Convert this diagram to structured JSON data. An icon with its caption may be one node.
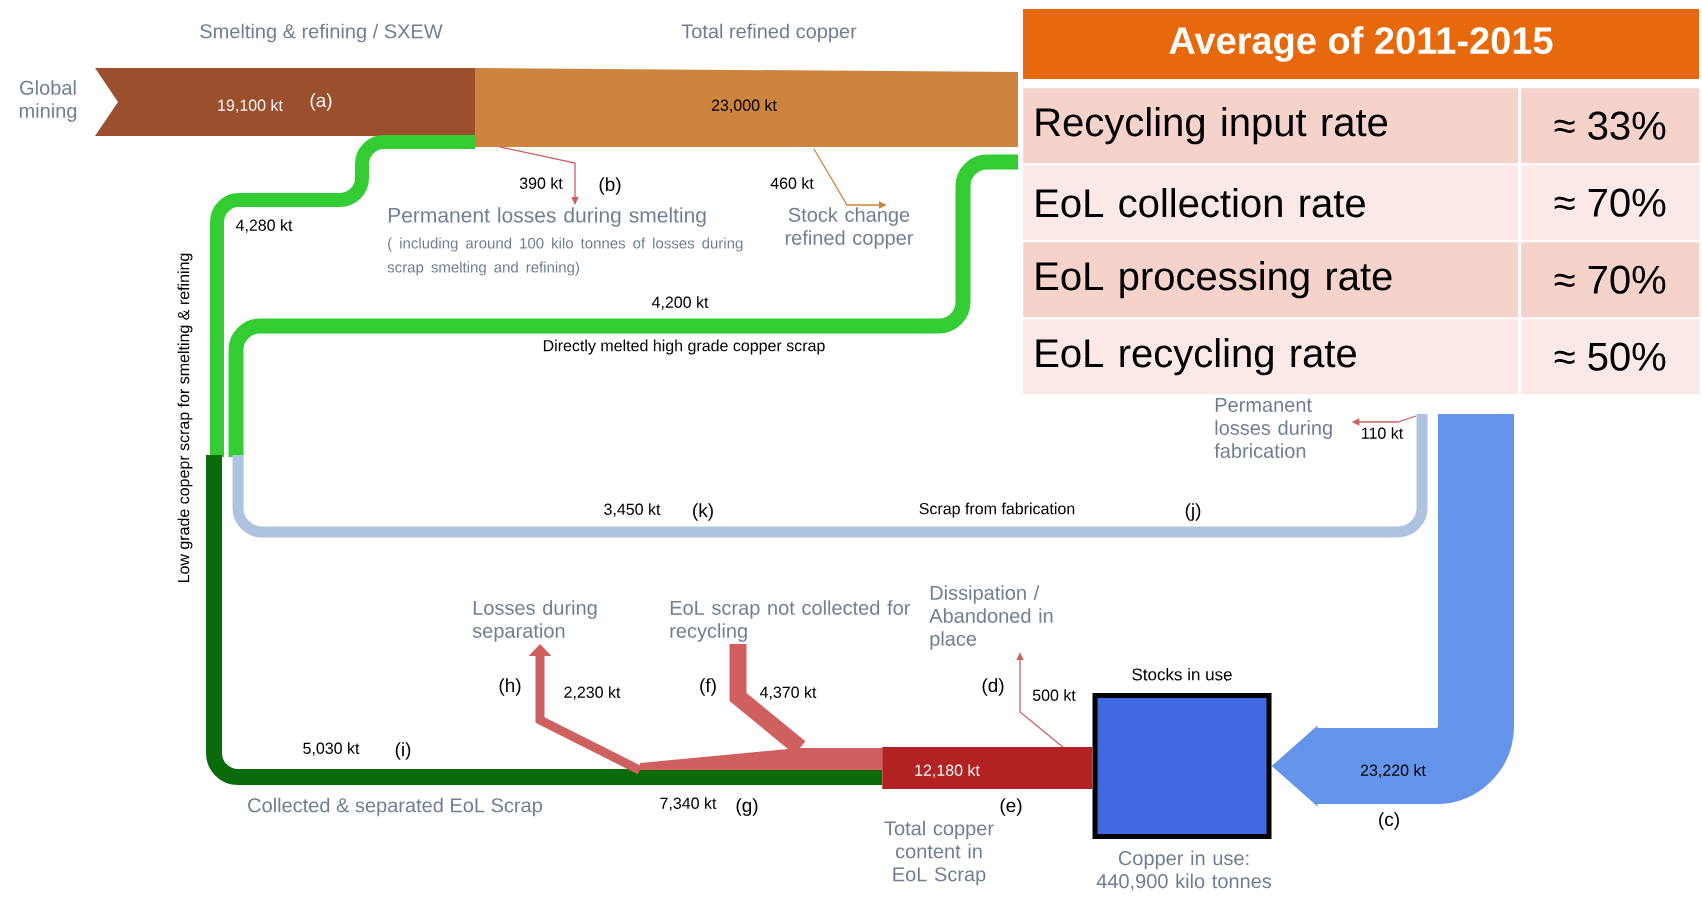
{
  "diagram": {
    "nodes": [
      {
        "text": [
          "Global mining"
        ]
      },
      {
        "text": [
          "Permanent losses during smelting",
          "( including around 100 kilo tonnes of losses during scrap smelting and refining)"
        ]
      },
      {
        "text": [
          "Stock change refined copper"
        ]
      },
      {
        "text": [
          "Permanent losses during fabrication"
        ]
      },
      {
        "text": [
          "Losses during separation"
        ]
      },
      {
        "text": [
          "EoL scrap not collected for recycling"
        ]
      },
      {
        "text": [
          "Dissipation / Abandoned in place"
        ]
      },
      {
        "text": [],
        "shape": "box",
        "beside": [
          "Stocks in use",
          "Copper in use: 440,900 kilo tonnes"
        ]
      },
      {
        "text": [],
        "shape": "bar"
      }
    ],
    "edges": [
      {
        "from": null,
        "to": 1,
        "arrow": "to",
        "label": "390 kt"
      },
      {
        "from": null,
        "to": 2,
        "arrow": "to",
        "label": "460 kt",
        "color": "#cc843e"
      },
      {
        "from": null,
        "to": 3,
        "arrow": "to",
        "label": "110 kt"
      },
      {
        "from": 8,
        "to": 4,
        "arrow": "to",
        "label": "2,230 kt",
        "style": "thick"
      },
      {
        "from": 8,
        "to": 5,
        "arrow": "none",
        "label": "4,370 kt",
        "style": "thick"
      },
      {
        "from": null,
        "to": 6,
        "arrow": "to",
        "label": "500 kt"
      },
      {
        "from": null,
        "to": 7,
        "arrow": "to",
        "label": "23,220 kt",
        "style": "thick",
        "color": "#6495ea"
      },
      {
        "from": 7,
        "to": 8,
        "arrow": "none",
        "label": "12,180 kt",
        "style": "thick",
        "color": "#b22222"
      }
    ],
    "labels": [
      "Smelting & refining / SXEW",
      "Total refined copper",
      "19,100 kt",
      "(a)",
      "23,000 kt",
      "(b)",
      "4,280 kt",
      "4,200 kt",
      "Directly melted high grade copper scrap",
      "Low grade copepr scrap for smelting & refining",
      "3,450 kt",
      "(k)",
      "Scrap from fabrication",
      "(j)",
      "(h)",
      "(f)",
      "(d)",
      "5,030 kt",
      "(i)",
      "Collected & separated EoL Scrap",
      "7,340 kt",
      "(g)",
      "(e)",
      "Total copper content in EoL Scrap",
      "(c)",
      "Average of 2011-2015",
      "Recycling input rate",
      "≈ 33%",
      "EoL collection rate",
      "≈ 70%",
      "EoL processing rate",
      "≈ 70%",
      "EoL recycling rate",
      "≈ 50%"
    ]
  }
}
